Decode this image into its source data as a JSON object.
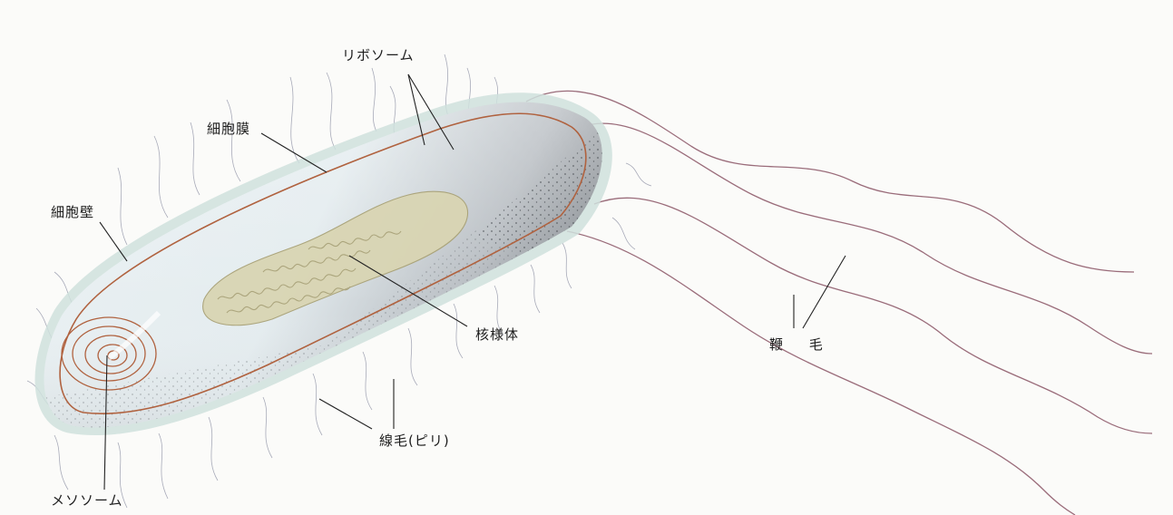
{
  "labels": {
    "ribosome": "リボソーム",
    "cell_membrane": "細胞膜",
    "cell_wall": "細胞壁",
    "nucleoid": "核様体",
    "flagellum": "鞭 毛",
    "pili": "線毛(ピリ)",
    "mesosome": "メソソーム"
  },
  "colors": {
    "background": "#fbfbf9",
    "cell_body": "#e4ecef",
    "cell_wall_halo": "#cfe0dd",
    "membrane_line": "#b0623f",
    "nucleoid": "#c9c39a",
    "flagella": "#9a6c7a",
    "pili": "#8c8fa3",
    "leader": "#222222"
  }
}
